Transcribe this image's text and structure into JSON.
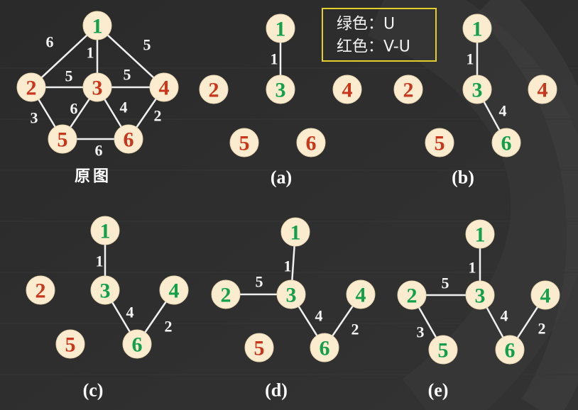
{
  "legend": {
    "line1": "绿色：U",
    "line2": "红色：V-U"
  },
  "colors": {
    "green": "#12a04a",
    "red": "#c8361c"
  },
  "panels": [
    {
      "id": "orig",
      "caption": "原图",
      "nodes": [
        {
          "label": "1",
          "color": "green"
        },
        {
          "label": "2",
          "color": "red"
        },
        {
          "label": "3",
          "color": "red"
        },
        {
          "label": "4",
          "color": "red"
        },
        {
          "label": "5",
          "color": "red"
        },
        {
          "label": "6",
          "color": "red"
        }
      ],
      "edges": [
        {
          "from": "1",
          "to": "2",
          "weight": "6"
        },
        {
          "from": "1",
          "to": "3",
          "weight": "1"
        },
        {
          "from": "1",
          "to": "4",
          "weight": "5"
        },
        {
          "from": "2",
          "to": "3",
          "weight": "5"
        },
        {
          "from": "3",
          "to": "4",
          "weight": "5"
        },
        {
          "from": "2",
          "to": "5",
          "weight": "3"
        },
        {
          "from": "3",
          "to": "5",
          "weight": "6"
        },
        {
          "from": "3",
          "to": "6",
          "weight": "4"
        },
        {
          "from": "4",
          "to": "6",
          "weight": "2"
        },
        {
          "from": "5",
          "to": "6",
          "weight": "6"
        }
      ]
    },
    {
      "id": "a",
      "caption": "(a)",
      "nodes": [
        {
          "label": "1",
          "color": "green"
        },
        {
          "label": "2",
          "color": "red"
        },
        {
          "label": "3",
          "color": "green"
        },
        {
          "label": "4",
          "color": "red"
        },
        {
          "label": "5",
          "color": "red"
        },
        {
          "label": "6",
          "color": "red"
        }
      ],
      "edges": [
        {
          "from": "1",
          "to": "3",
          "weight": "1"
        }
      ]
    },
    {
      "id": "b",
      "caption": "(b)",
      "nodes": [
        {
          "label": "1",
          "color": "green"
        },
        {
          "label": "2",
          "color": "red"
        },
        {
          "label": "3",
          "color": "green"
        },
        {
          "label": "4",
          "color": "red"
        },
        {
          "label": "5",
          "color": "red"
        },
        {
          "label": "6",
          "color": "green"
        }
      ],
      "edges": [
        {
          "from": "1",
          "to": "3",
          "weight": "1"
        },
        {
          "from": "3",
          "to": "6",
          "weight": "4"
        }
      ]
    },
    {
      "id": "c",
      "caption": "(c)",
      "nodes": [
        {
          "label": "1",
          "color": "green"
        },
        {
          "label": "2",
          "color": "red"
        },
        {
          "label": "3",
          "color": "green"
        },
        {
          "label": "4",
          "color": "green"
        },
        {
          "label": "5",
          "color": "red"
        },
        {
          "label": "6",
          "color": "green"
        }
      ],
      "edges": [
        {
          "from": "1",
          "to": "3",
          "weight": "1"
        },
        {
          "from": "3",
          "to": "6",
          "weight": "4"
        },
        {
          "from": "4",
          "to": "6",
          "weight": "2"
        }
      ]
    },
    {
      "id": "d",
      "caption": "(d)",
      "nodes": [
        {
          "label": "1",
          "color": "green"
        },
        {
          "label": "2",
          "color": "green"
        },
        {
          "label": "3",
          "color": "green"
        },
        {
          "label": "4",
          "color": "green"
        },
        {
          "label": "5",
          "color": "red"
        },
        {
          "label": "6",
          "color": "green"
        }
      ],
      "edges": [
        {
          "from": "1",
          "to": "3",
          "weight": "1"
        },
        {
          "from": "2",
          "to": "3",
          "weight": "5"
        },
        {
          "from": "3",
          "to": "6",
          "weight": "4"
        },
        {
          "from": "4",
          "to": "6",
          "weight": "2"
        }
      ]
    },
    {
      "id": "e",
      "caption": "(e)",
      "nodes": [
        {
          "label": "1",
          "color": "green"
        },
        {
          "label": "2",
          "color": "green"
        },
        {
          "label": "3",
          "color": "green"
        },
        {
          "label": "4",
          "color": "green"
        },
        {
          "label": "5",
          "color": "green"
        },
        {
          "label": "6",
          "color": "green"
        }
      ],
      "edges": [
        {
          "from": "1",
          "to": "3",
          "weight": "1"
        },
        {
          "from": "2",
          "to": "3",
          "weight": "5"
        },
        {
          "from": "2",
          "to": "5",
          "weight": "3"
        },
        {
          "from": "3",
          "to": "6",
          "weight": "4"
        },
        {
          "from": "4",
          "to": "6",
          "weight": "2"
        }
      ]
    }
  ]
}
